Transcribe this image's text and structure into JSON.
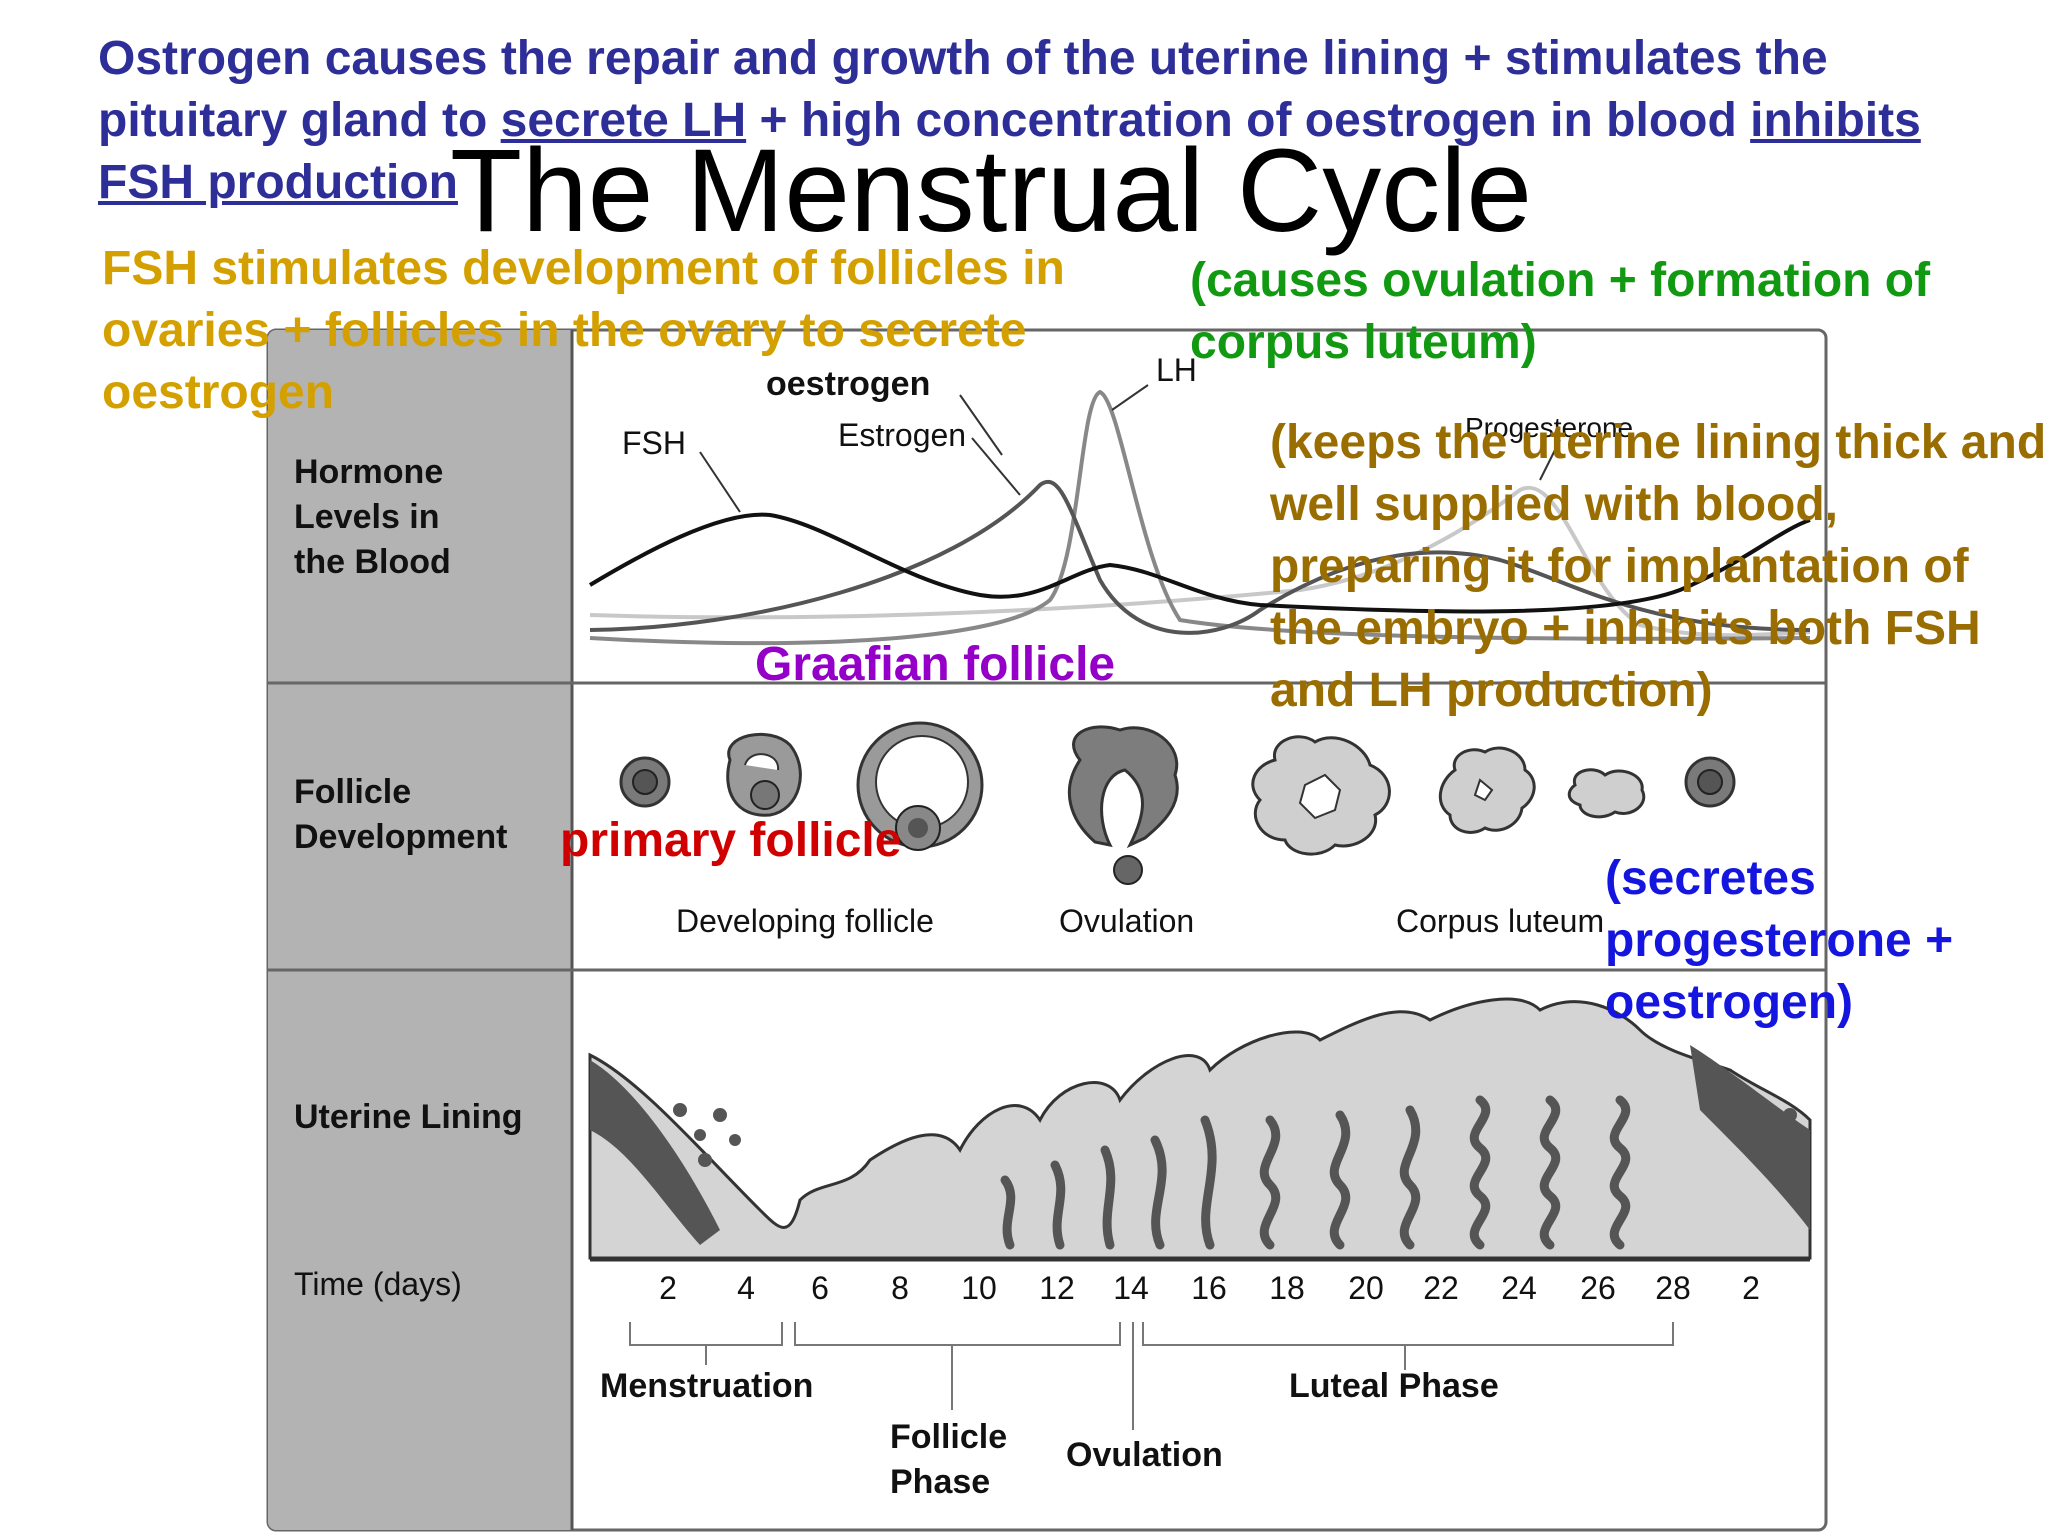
{
  "slide": {
    "title": "The Menstrual Cycle"
  },
  "notes": {
    "oestrogen_part1": "Ostrogen causes the repair and growth of the uterine lining + stimulates the pituitary gland to ",
    "oestrogen_link1": "secrete LH",
    "oestrogen_part2": " + high concentration of oestrogen in blood ",
    "oestrogen_link2": "inhibits FSH production",
    "fsh": "FSH stimulates development of follicles in ovaries + follicles in the ovary to secrete oestrogen",
    "lh": "(causes ovulation + formation of corpus luteum)",
    "progesterone_lines": [
      "(keeps the uterine lining thick and",
      "well supplied with blood,",
      "preparing it for implantation of",
      "the embryo + inhibits both FSH",
      "and LH production)"
    ],
    "graafian": "Graafian follicle",
    "primary": "primary follicle",
    "corpus": "(secretes progesterone + oestrogen)",
    "oestrogen_label": "oestrogen"
  },
  "diagram": {
    "rows": {
      "hormone": [
        "Hormone",
        "Levels in",
        "the Blood"
      ],
      "follicle": [
        "Follicle",
        "Development"
      ],
      "uterine": "Uterine Lining",
      "time": "Time (days)"
    },
    "hormone_labels": {
      "fsh": "FSH",
      "estrogen": "Estrogen",
      "lh": "LH",
      "progesterone": "Progesterone"
    },
    "follicle_labels": {
      "developing": "Developing follicle",
      "ovulation": "Ovulation",
      "corpus_luteum": "Corpus luteum"
    },
    "time_ticks": [
      "2",
      "4",
      "6",
      "8",
      "10",
      "12",
      "14",
      "16",
      "18",
      "20",
      "22",
      "24",
      "26",
      "28",
      "2"
    ],
    "phases": {
      "menstruation": "Menstruation",
      "follicle_phase": [
        "Follicle",
        "Phase"
      ],
      "ovulation": "Ovulation",
      "luteal": "Luteal Phase"
    },
    "colors": {
      "label_column": "#b3b3b3",
      "fsh": "#111111",
      "estrogen": "#555555",
      "lh": "#888888",
      "progesterone": "#c8c8c8",
      "tissue_dark": "#555555",
      "tissue_light": "#d4d4d4"
    }
  }
}
